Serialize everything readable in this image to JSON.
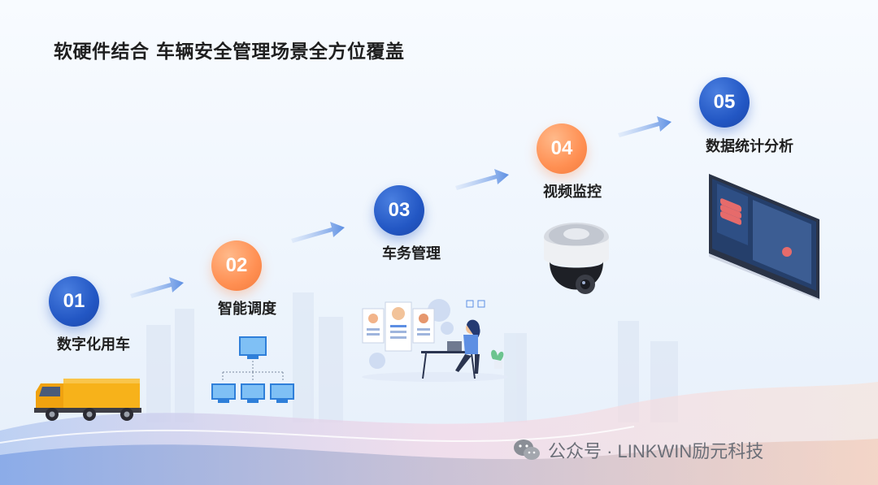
{
  "title": "软硬件结合 车辆安全管理场景全方位覆盖",
  "steps": [
    {
      "num": "01",
      "label": "数字化用车",
      "color": "blue"
    },
    {
      "num": "02",
      "label": "智能调度",
      "color": "orange"
    },
    {
      "num": "03",
      "label": "车务管理",
      "color": "blue"
    },
    {
      "num": "04",
      "label": "视频监控",
      "color": "orange"
    },
    {
      "num": "05",
      "label": "数据统计分析",
      "color": "blue"
    }
  ],
  "watermark": {
    "text": "公众号 · LINKWIN励元科技",
    "icon": "wechat-icon"
  },
  "colors": {
    "blue": "#2357c4",
    "orange": "#ff8f52"
  }
}
